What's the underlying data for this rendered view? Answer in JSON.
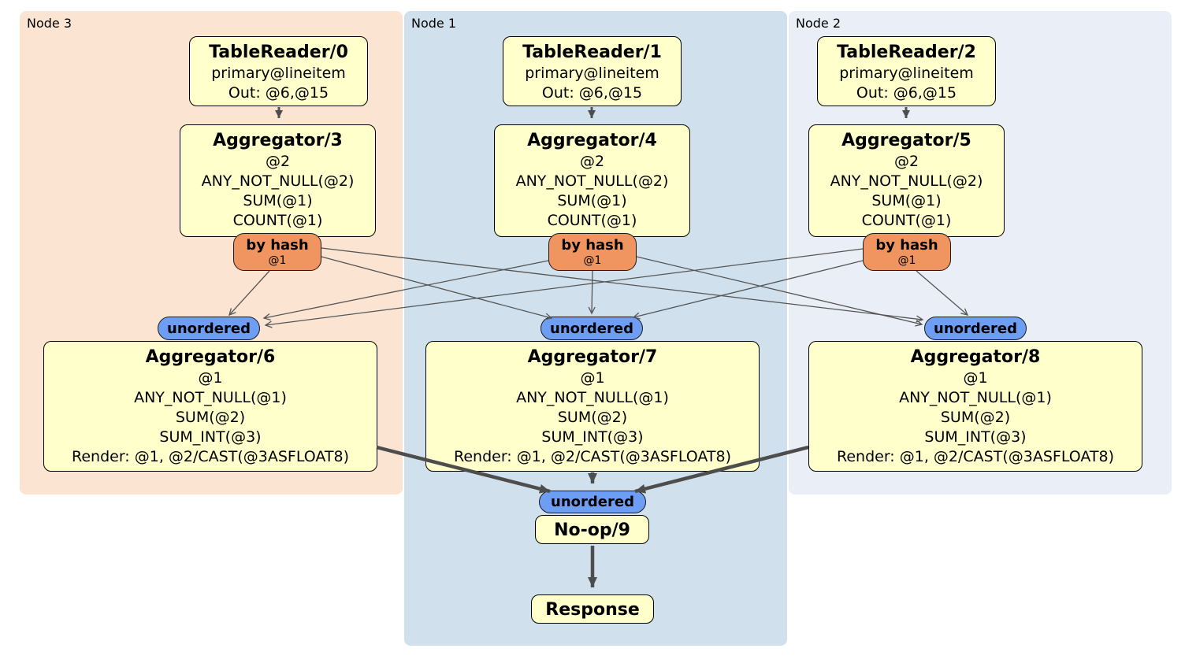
{
  "diagram": {
    "regions": {
      "node3": {
        "label": "Node 3"
      },
      "node1": {
        "label": "Node 1"
      },
      "node2": {
        "label": "Node 2"
      }
    },
    "operators": {
      "tr0": {
        "title": "TableReader/0",
        "lines": [
          "primary@lineitem",
          "Out: @6,@15"
        ]
      },
      "tr1": {
        "title": "TableReader/1",
        "lines": [
          "primary@lineitem",
          "Out: @6,@15"
        ]
      },
      "tr2": {
        "title": "TableReader/2",
        "lines": [
          "primary@lineitem",
          "Out: @6,@15"
        ]
      },
      "agg3": {
        "title": "Aggregator/3",
        "lines": [
          "@2",
          "ANY_NOT_NULL(@2)",
          "SUM(@1)",
          "COUNT(@1)"
        ]
      },
      "agg4": {
        "title": "Aggregator/4",
        "lines": [
          "@2",
          "ANY_NOT_NULL(@2)",
          "SUM(@1)",
          "COUNT(@1)"
        ]
      },
      "agg5": {
        "title": "Aggregator/5",
        "lines": [
          "@2",
          "ANY_NOT_NULL(@2)",
          "SUM(@1)",
          "COUNT(@1)"
        ]
      },
      "agg6": {
        "title": "Aggregator/6",
        "lines": [
          "@1",
          "ANY_NOT_NULL(@1)",
          "SUM(@2)",
          "SUM_INT(@3)",
          "Render: @1, @2/CAST(@3ASFLOAT8)"
        ]
      },
      "agg7": {
        "title": "Aggregator/7",
        "lines": [
          "@1",
          "ANY_NOT_NULL(@1)",
          "SUM(@2)",
          "SUM_INT(@3)",
          "Render: @1, @2/CAST(@3ASFLOAT8)"
        ]
      },
      "agg8": {
        "title": "Aggregator/8",
        "lines": [
          "@1",
          "ANY_NOT_NULL(@1)",
          "SUM(@2)",
          "SUM_INT(@3)",
          "Render: @1, @2/CAST(@3ASFLOAT8)"
        ]
      },
      "noop": {
        "title": "No-op/9"
      },
      "response": {
        "title": "Response"
      }
    },
    "routers": [
      {
        "label": "by hash",
        "detail": "@1"
      },
      {
        "label": "by hash",
        "detail": "@1"
      },
      {
        "label": "by hash",
        "detail": "@1"
      }
    ],
    "syncs": [
      {
        "label": "unordered"
      },
      {
        "label": "unordered"
      },
      {
        "label": "unordered"
      },
      {
        "label": "unordered"
      }
    ],
    "edges": [
      {
        "from": "TableReader/0",
        "to": "Aggregator/3"
      },
      {
        "from": "TableReader/1",
        "to": "Aggregator/4"
      },
      {
        "from": "TableReader/2",
        "to": "Aggregator/5"
      },
      {
        "from": "by hash (Node 3)",
        "to": "unordered (Node 3)"
      },
      {
        "from": "by hash (Node 3)",
        "to": "unordered (Node 1)"
      },
      {
        "from": "by hash (Node 3)",
        "to": "unordered (Node 2)"
      },
      {
        "from": "by hash (Node 1)",
        "to": "unordered (Node 3)"
      },
      {
        "from": "by hash (Node 1)",
        "to": "unordered (Node 1)"
      },
      {
        "from": "by hash (Node 1)",
        "to": "unordered (Node 2)"
      },
      {
        "from": "by hash (Node 2)",
        "to": "unordered (Node 3)"
      },
      {
        "from": "by hash (Node 2)",
        "to": "unordered (Node 1)"
      },
      {
        "from": "by hash (Node 2)",
        "to": "unordered (Node 2)"
      },
      {
        "from": "Aggregator/6",
        "to": "unordered (final)"
      },
      {
        "from": "Aggregator/7",
        "to": "unordered (final)"
      },
      {
        "from": "Aggregator/8",
        "to": "unordered (final)"
      },
      {
        "from": "No-op/9",
        "to": "Response"
      }
    ],
    "colors": {
      "region_node3": "#fce4d2",
      "region_node1": "#d0e1ed",
      "region_node2": "#eaeef7",
      "operator_fill": "#ffffcc",
      "router_fill": "#f0955f",
      "sync_fill": "#6e9ef3",
      "edge_thin": "#555555",
      "edge_thick": "#4d4d4d",
      "text": "#000000"
    }
  }
}
